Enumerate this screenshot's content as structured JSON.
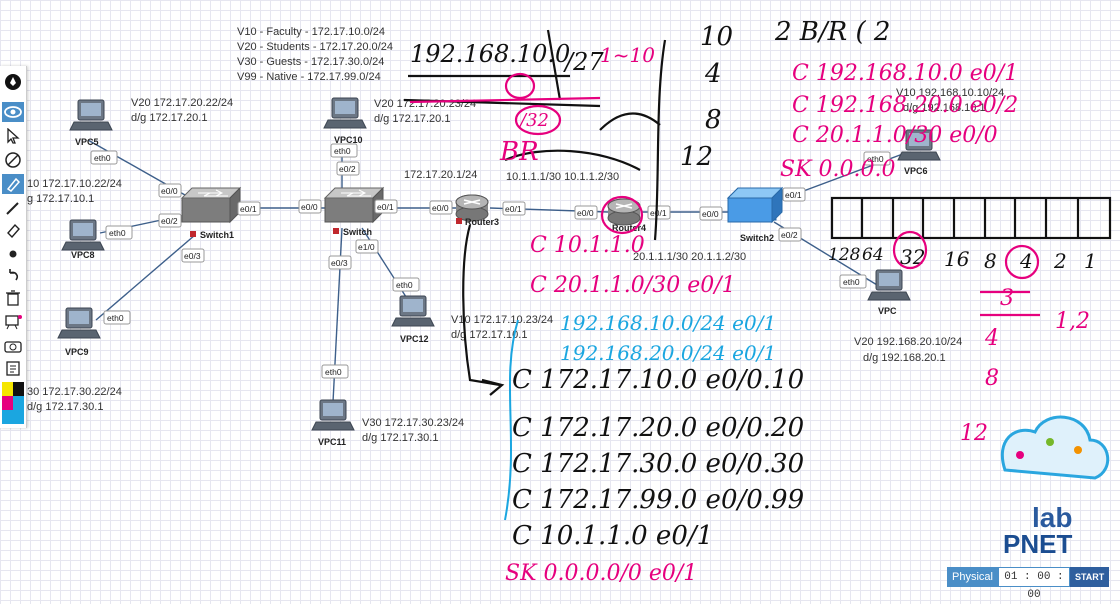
{
  "vlan_notes": [
    "V10 - Faculty -  172.17.10.0/24",
    "V20 - Students - 172.17.20.0/24",
    "V30 - Guests  - 172.17.30.0/24",
    "V99 - Native - 172.17.99.0/24"
  ],
  "nodes": {
    "vpc5": "VPC5",
    "vpc8": "VPC8",
    "vpc9": "VPC9",
    "vpc10": "VPC10",
    "vpc11": "VPC11",
    "vpc12": "VPC12",
    "vpc6": "VPC6",
    "vpc": "VPC",
    "switch1": "Switch1",
    "switch": "Switch",
    "switch2": "Switch2",
    "router3": "Router3",
    "router4": "Router4"
  },
  "ports": {
    "eth0": "eth0",
    "e00": "e0/0",
    "e01": "e0/1",
    "e02": "e0/2",
    "e03": "e0/3",
    "e10": "e1/0"
  },
  "labels": {
    "vpc5_ip": "V20 172.17.20.22/24",
    "vpc5_gw": "d/g 172.17.20.1",
    "vpc8_ip": "10 172.17.10.22/24",
    "vpc8_gw": "g 172.17.10.1",
    "vpc9_ip": "30 172.17.30.22/24",
    "vpc9_gw": "d/g 172.17.30.1",
    "vpc10_ip": "V20 172.17.20.23/24",
    "vpc10_gw": "d/g 172.17.20.1",
    "vpc12_ip": "V10 172.17.10.23/24",
    "vpc12_gw": "d/g 172.17.10.1",
    "vpc11_ip": "V30 172.17.30.23/24",
    "vpc11_gw": "d/g 172.17.30.1",
    "r3_ip": "172.17.20.1/24",
    "link_r3r4": "10.1.1.1/30  10.1.1.2/30",
    "link_r4sw": "20.1.1.1/30  20.1.1.2/30",
    "vpc6_ip": "V10 192.168.10.10/24",
    "vpc6_gw": "d/g 192.168.10.1",
    "vpc_ip": "V20 192.168.20.10/24",
    "vpc_gw": "d/g 192.168.20.1"
  },
  "handwriting": {
    "top_net": "192.168.10.0",
    "slash27": "/27",
    "n32": "/32",
    "n1to10": "1~10",
    "col": [
      "10",
      "4",
      "8",
      "12"
    ],
    "br": "BR",
    "topright": "2 B/R    (  2",
    "pink_routes": [
      "C 192.168.10.0   e0/1",
      "C 192.168.20.0   e0/2",
      "C 20.1.1.0/30   e0/0",
      "SK 0.0.0.0"
    ],
    "bits": [
      "128",
      "64",
      "32",
      "16",
      "8",
      "4",
      "2",
      "1"
    ],
    "right_col": [
      "3",
      "4",
      "8",
      "12"
    ],
    "onetwo": "1,2",
    "bottom_routes": [
      "C 10.1.1.0",
      "C 20.1.1.0/30 e0/1"
    ],
    "blue_routes": [
      "192.168.10.0/24 e0/1",
      "192.168.20.0/24 e0/1"
    ],
    "black_routes": [
      "C 172.17.10.0  e0/0.10",
      "C 172.17.20.0  e0/0.20",
      "C 172.17.30.0  e0/0.30",
      "C 172.17.99.0  e0/0.99",
      "C 10.1.1.0      e0/1"
    ],
    "sk_bottom": "SK 0.0.0.0/0   e0/1"
  },
  "logo": {
    "text": "PNET",
    "sub": "lab"
  },
  "timer": {
    "mode": "Physical",
    "time": "01 : 00 : 00",
    "start": "START"
  },
  "colors": {
    "accent": "#4a8ec7",
    "pink": "#e6007e",
    "blue": "#1ba6e0",
    "link": "#3d5f8a"
  }
}
